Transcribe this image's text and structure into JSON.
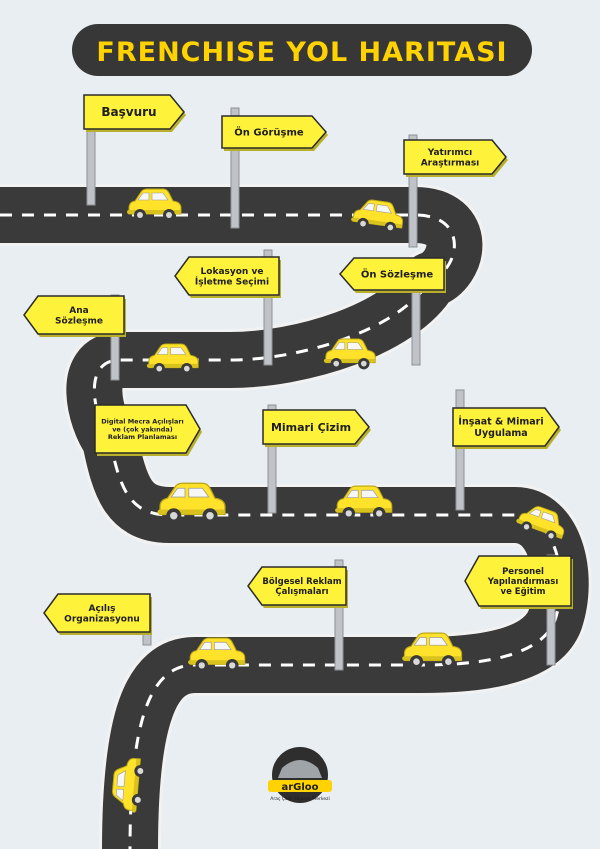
{
  "title": "FRENCHISE YOL HARITASI",
  "colors": {
    "background": "#e9eef3",
    "road": "#3a3a3a",
    "sign": "#fff23a",
    "car": "#ffe229",
    "title_bg": "#373737",
    "title_text": "#ffd200"
  },
  "signs": [
    {
      "id": "basvuru",
      "lines": [
        "Başvuru"
      ]
    },
    {
      "id": "on-gorusme",
      "lines": [
        "Ön Görüşme"
      ]
    },
    {
      "id": "yatirimci-arastirmasi",
      "lines": [
        "Yatırımcı",
        "Araştırması"
      ]
    },
    {
      "id": "lokasyon",
      "lines": [
        "Lokasyon ve",
        "İşletme Seçimi"
      ]
    },
    {
      "id": "on-sozlesme",
      "lines": [
        "Ön Sözleşme"
      ]
    },
    {
      "id": "ana-sozlesme",
      "lines": [
        "Ana",
        "Sözleşme"
      ]
    },
    {
      "id": "digital-mecra",
      "lines": [
        "Digital Mecra Açılışları",
        "ve (çok yakında)",
        "Reklam Planlaması"
      ]
    },
    {
      "id": "mimari-cizim",
      "lines": [
        "Mimari Çizim"
      ]
    },
    {
      "id": "insaat",
      "lines": [
        "İnşaat & Mimari",
        "Uygulama"
      ]
    },
    {
      "id": "personel",
      "lines": [
        "Personel",
        "Yapılandırması",
        "ve Eğitim"
      ]
    },
    {
      "id": "bolgesel-reklam",
      "lines": [
        "Bölgesel Reklam",
        "Çalışmaları"
      ]
    },
    {
      "id": "acilis",
      "lines": [
        "Açılış",
        "Organizasyonu"
      ]
    }
  ],
  "logo": {
    "brand": "arGloo",
    "tagline": "Araç Çelik Onarım Merkezi"
  }
}
